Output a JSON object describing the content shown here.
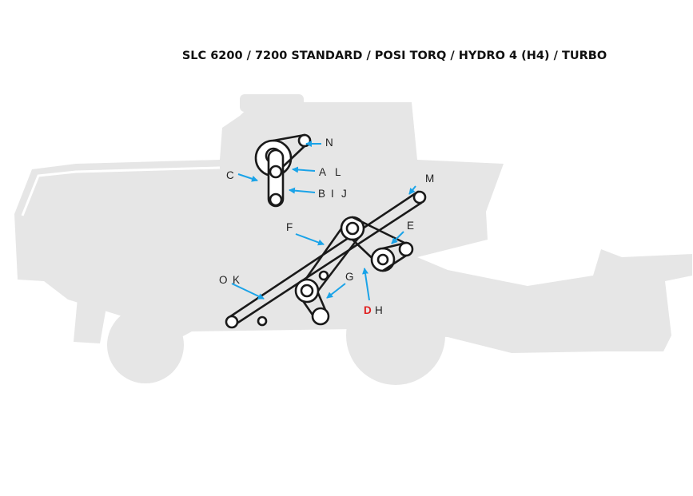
{
  "title": "SLC 6200 / 7200 STANDARD / POSI TORQ / HYDRO 4 (H4) / TURBO",
  "colors": {
    "silhouette": "#e6e6e6",
    "belt": "#1a1a1a",
    "pulley_fill": "#ffffff",
    "arrow": "#1aa3e8",
    "label": "#222222",
    "highlight": "#e02020"
  },
  "labels": {
    "N": "N",
    "A": "A",
    "L": "L",
    "C": "C",
    "B": "B",
    "I": "I",
    "J": "J",
    "M": "M",
    "F": "F",
    "E": "E",
    "O": "O",
    "K": "K",
    "G": "G",
    "D": "D",
    "H": "H"
  }
}
